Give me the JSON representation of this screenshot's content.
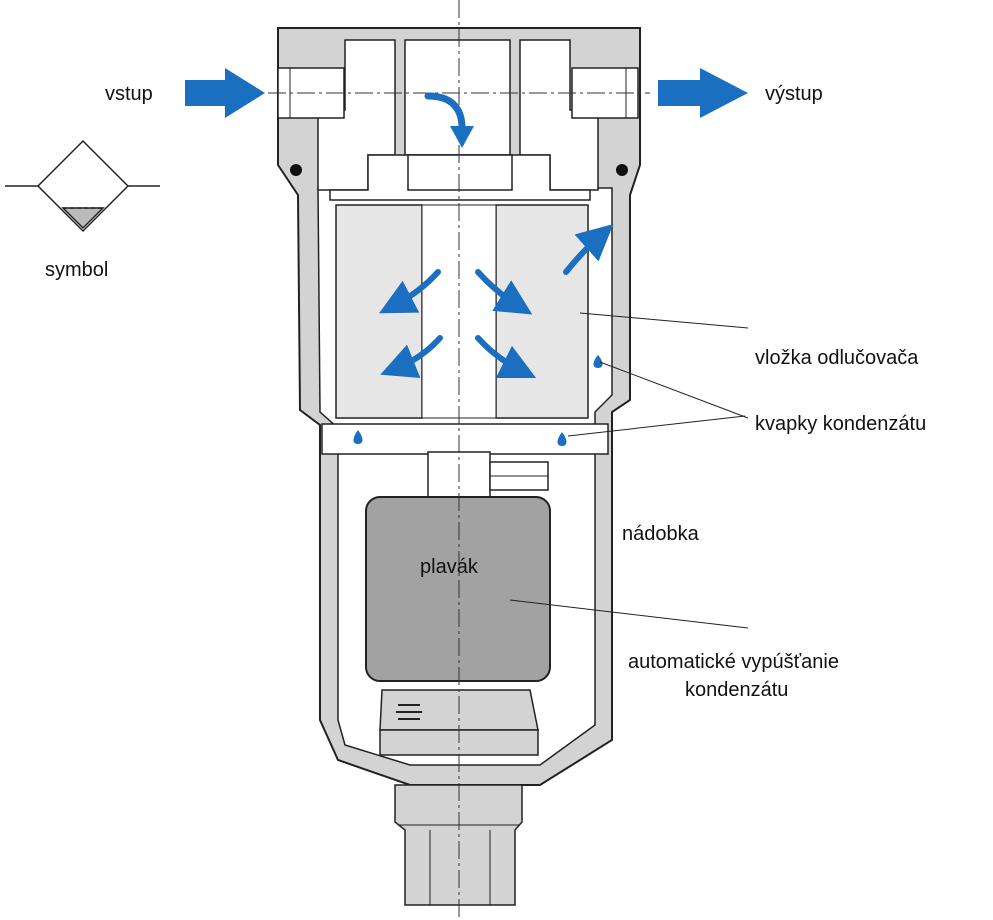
{
  "labels": {
    "inlet": "vstup",
    "outlet": "výstup",
    "symbol": "symbol",
    "separator_insert": "vložka odlučovača",
    "condensate_drops": "kvapky kondenzátu",
    "bowl": "nádobka",
    "float": "plavák",
    "auto_drain_line1": "automatické vypúšťanie",
    "auto_drain_line2": "kondenzátu"
  },
  "colors": {
    "flow_arrow": "#1b6fc0",
    "body_fill": "#d3d3d3",
    "insert_fill": "#e6e6e6",
    "float_fill": "#a2a2a2",
    "outline": "#222222"
  },
  "icons": [
    "flow-arrow-icon",
    "water-drop-icon",
    "filter-symbol-icon"
  ]
}
